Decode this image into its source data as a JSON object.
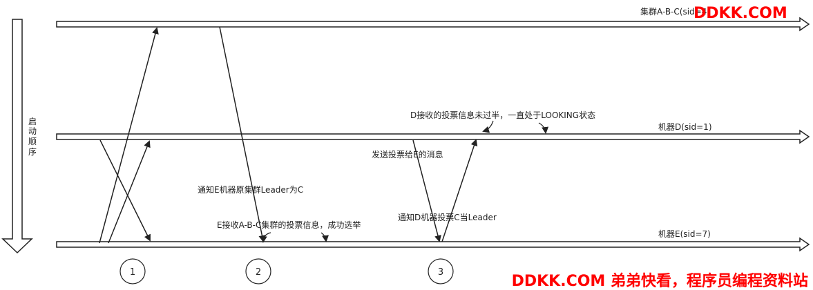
{
  "timeline": {
    "cluster_label": "集群A-B-C(sid=4",
    "machine_d_label": "机器D(sid=1)",
    "machine_e_label": "机器E(sid=7)"
  },
  "startup_order_label": [
    "启",
    "动",
    "顺",
    "序"
  ],
  "annotations": {
    "notify_e": "通知E机器原集群Leader为C",
    "e_receive": "E接收A-B-C集群的投票信息，成功选举",
    "d_receive": "D接收的投票信息未过半，一直处于LOOKING状态",
    "send_vote": "发送投票给E的消息",
    "notify_d": "通知D机器投票C当Leader"
  },
  "steps": [
    "1",
    "2",
    "3"
  ],
  "watermark": {
    "top": "DDKK.COM",
    "bottom": "DDKK.COM 弟弟快看，程序员编程资料站"
  },
  "colors": {
    "line": "#222222",
    "watermark": "#ff0000"
  }
}
